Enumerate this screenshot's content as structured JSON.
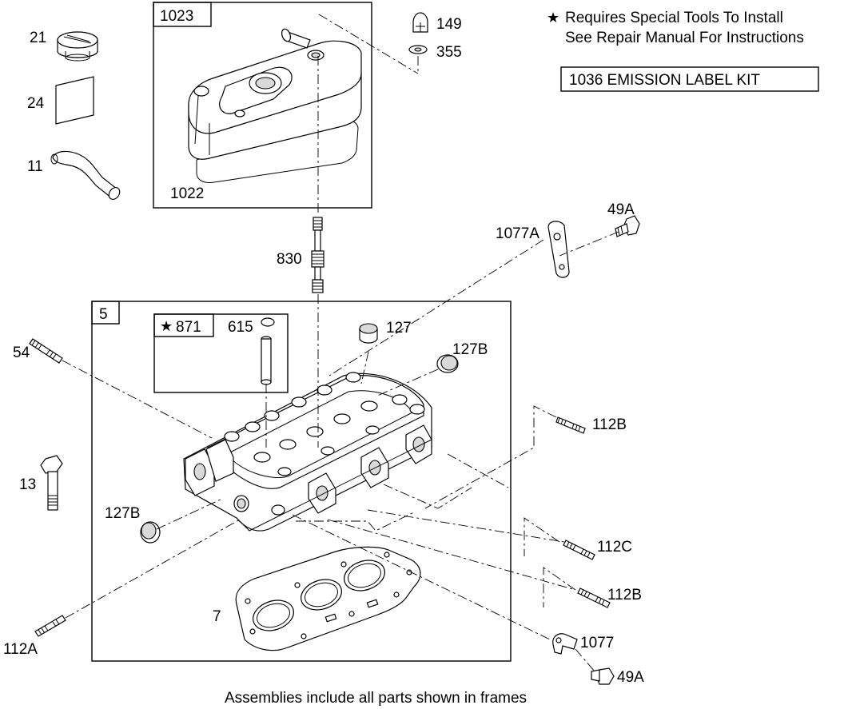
{
  "notes": {
    "special_tools_line1": "Requires Special Tools To Install",
    "special_tools_line2": "See Repair Manual For Instructions",
    "star_symbol": "★",
    "emission_label": "1036  EMISSION LABEL KIT",
    "footer": "Assemblies include all parts shown in frames"
  },
  "frames": {
    "valve_cover_assembly": "1023",
    "cylinder_head_assembly": "5",
    "guide_kit_assembly": "871"
  },
  "parts": {
    "p21": "21",
    "p24": "24",
    "p11": "11",
    "p1022": "1022",
    "p149": "149",
    "p355": "355",
    "p830": "830",
    "p1077A": "1077A",
    "p49A_top": "49A",
    "p54": "54",
    "p615": "615",
    "p127": "127",
    "p127B_right": "127B",
    "p112B_top": "112B",
    "p13": "13",
    "p127B_left": "127B",
    "p112C": "112C",
    "p112B_bottom": "112B",
    "p7": "7",
    "p1077": "1077",
    "p112A": "112A",
    "p49A_bottom": "49A"
  }
}
